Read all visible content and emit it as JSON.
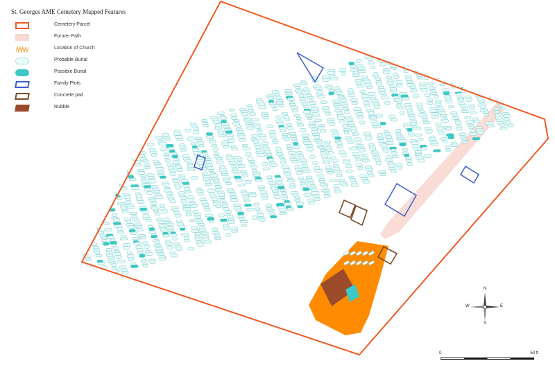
{
  "map": {
    "title": "St. Georges AME Cemetery Mapped Features",
    "colors": {
      "parcel": "#f15a24",
      "former_path": "#f8d8d2",
      "church_area": "#ff8c00",
      "probable_burial_fill": "#e8fbfb",
      "probable_burial_stroke": "#8fd3d3",
      "possible_burial": "#3cc8c4",
      "family_plot": "#3d5ccc",
      "concrete_pad": "#7a4a2a",
      "rubble": "#9b4a2a"
    }
  },
  "legend": [
    {
      "key": "parcel",
      "label": "Cemetery Parcel"
    },
    {
      "key": "path",
      "label": "Former Path"
    },
    {
      "key": "church",
      "label": "Location of Church"
    },
    {
      "key": "prob",
      "label": "Probable Burial"
    },
    {
      "key": "poss",
      "label": "Possible Burial"
    },
    {
      "key": "family",
      "label": "Family Plots"
    },
    {
      "key": "concrete",
      "label": "Concrete pad"
    },
    {
      "key": "rubble",
      "label": "Rubble"
    }
  ],
  "compass": {
    "n": "N",
    "s": "S",
    "e": "E",
    "w": "W"
  },
  "scale": {
    "start": "0",
    "end": "50 ft"
  }
}
